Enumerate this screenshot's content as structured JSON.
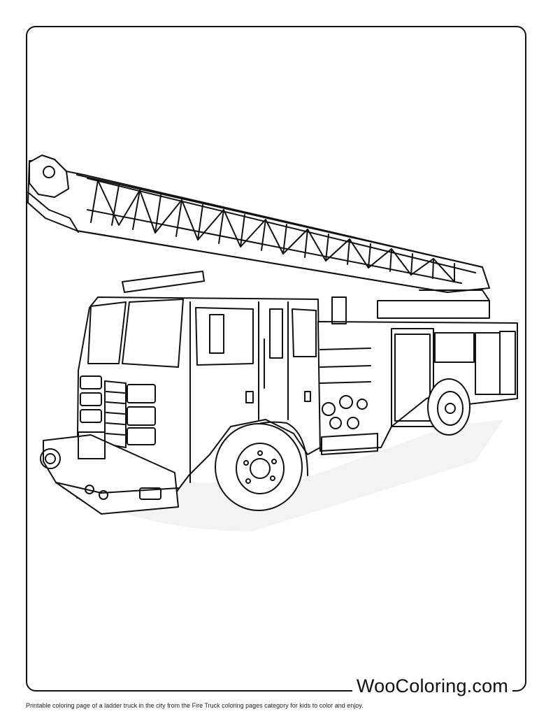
{
  "brand": {
    "text": "WooColoring.com"
  },
  "caption": {
    "text": "Printable coloring page of a ladder truck in the city from the Fire Truck coloring pages category for kids to color and enjoy."
  },
  "illustration": {
    "subject": "ladder fire truck line art",
    "icon": "fire-truck-icon",
    "stroke_color": "#111111",
    "background_color": "#ffffff"
  }
}
